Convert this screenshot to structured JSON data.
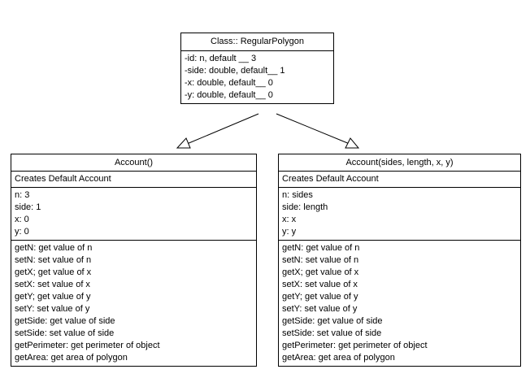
{
  "regular_polygon": {
    "title": "Class:: RegularPolygon",
    "attributes": [
      "-id: n, default __ 3",
      "-side: double, default__ 1",
      "-x: double, default__ 0",
      "-y: double, default__ 0"
    ]
  },
  "account_default": {
    "title": "Account()",
    "description": "Creates Default Account",
    "fields": [
      "n: 3",
      "side: 1",
      "x: 0",
      "y: 0"
    ],
    "methods": [
      "getN: get value of n",
      "setN: set value of n",
      "getX; get value of x",
      "setX: set value of x",
      "getY; get value of y",
      "setY: set value of y",
      "getSide: get value of side",
      "setSide: set value of side",
      "getPerimeter: get perimeter of object",
      "getArea: get area of polygon"
    ]
  },
  "account_param": {
    "title": "Account(sides, length, x, y)",
    "description": "Creates Default Account",
    "fields": [
      "n: sides",
      "side: length",
      "x: x",
      "y: y"
    ],
    "methods": [
      "getN: get value of n",
      "setN: set value of n",
      "getX; get value of x",
      "setX: set value of x",
      "getY; get value of y",
      "setY: set value of y",
      "getSide: get value of side",
      "setSide: set value of side",
      "getPerimeter: get perimeter of object",
      "getArea: get area of polygon"
    ]
  }
}
